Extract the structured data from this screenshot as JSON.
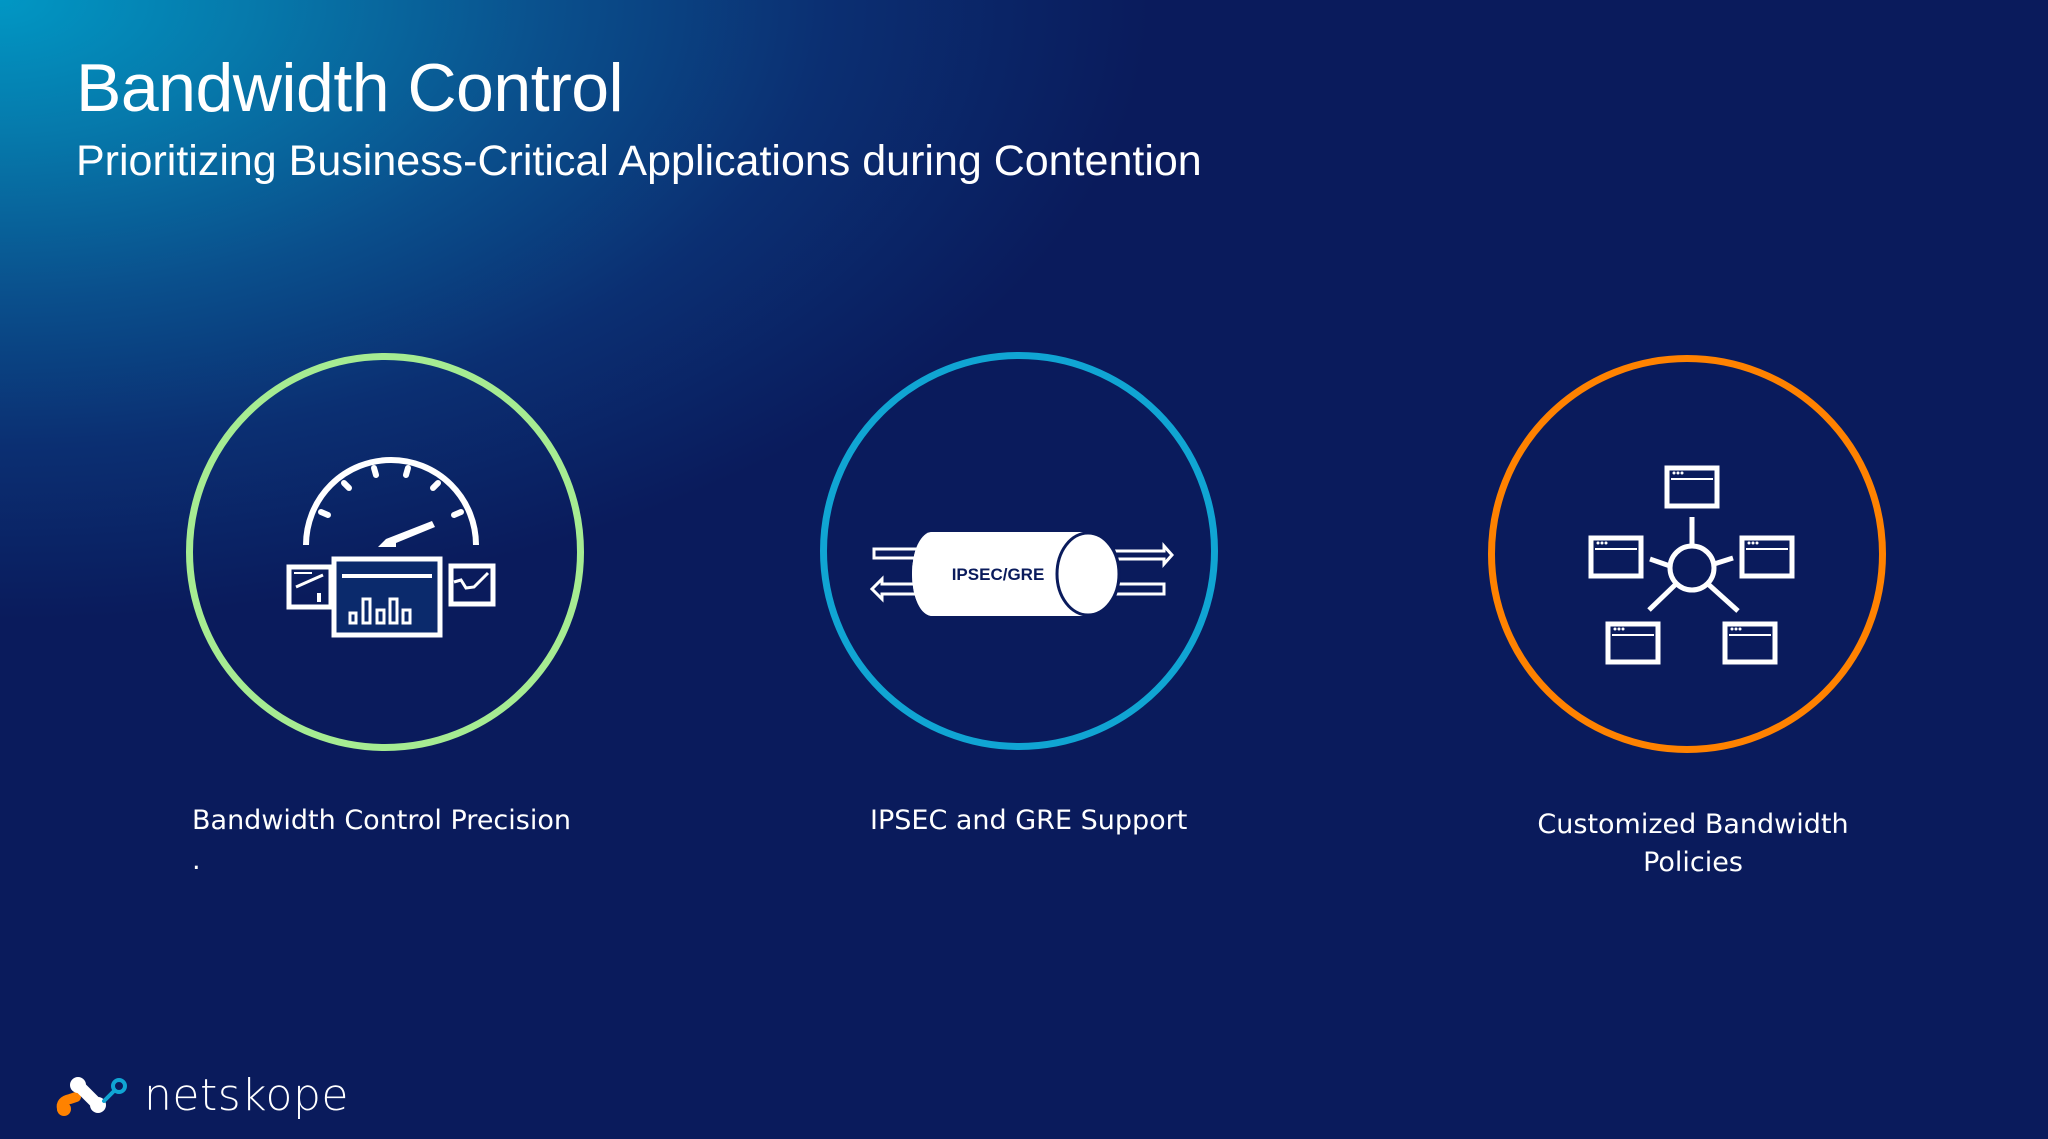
{
  "slide": {
    "title": "Bandwidth Control",
    "subtitle": "Prioritizing Business-Critical Applications during Contention",
    "colors": {
      "background_dark": "#0a1b5c",
      "background_light": "#0197c4",
      "green": "#a6ec92",
      "blue": "#10a5d3",
      "orange": "#ff8200",
      "text": "#ffffff"
    }
  },
  "features": [
    {
      "icon": "speedometer-dashboard-icon",
      "label": "Bandwidth Control Precision",
      "trailing": ".",
      "ring_color": "#a6ec92"
    },
    {
      "icon": "tunnel-icon",
      "tunnel_text": "IPSEC/GRE",
      "label": "IPSEC and GRE Support",
      "ring_color": "#10a5d3"
    },
    {
      "icon": "network-hub-icon",
      "label_line1": "Customized  Bandwidth",
      "label_line2": "Policies",
      "ring_color": "#ff8200"
    }
  ],
  "footer": {
    "logo_text": "netskope",
    "logo_colors": [
      "#ff8200",
      "#ffffff",
      "#10a5d3"
    ]
  }
}
